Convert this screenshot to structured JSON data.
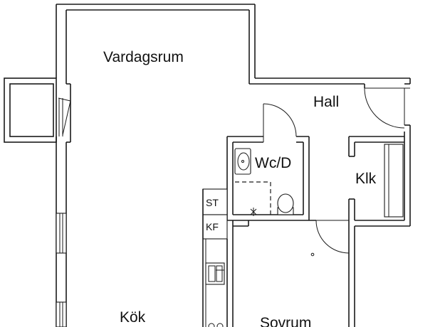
{
  "rooms": {
    "living": "Vardagsrum",
    "hall": "Hall",
    "wc": "Wc/D",
    "closet": "Klk",
    "kitchen": "Kök",
    "bedroom": "Sovrum"
  },
  "fixtures": {
    "stove": "ST",
    "fridge": "KF"
  }
}
